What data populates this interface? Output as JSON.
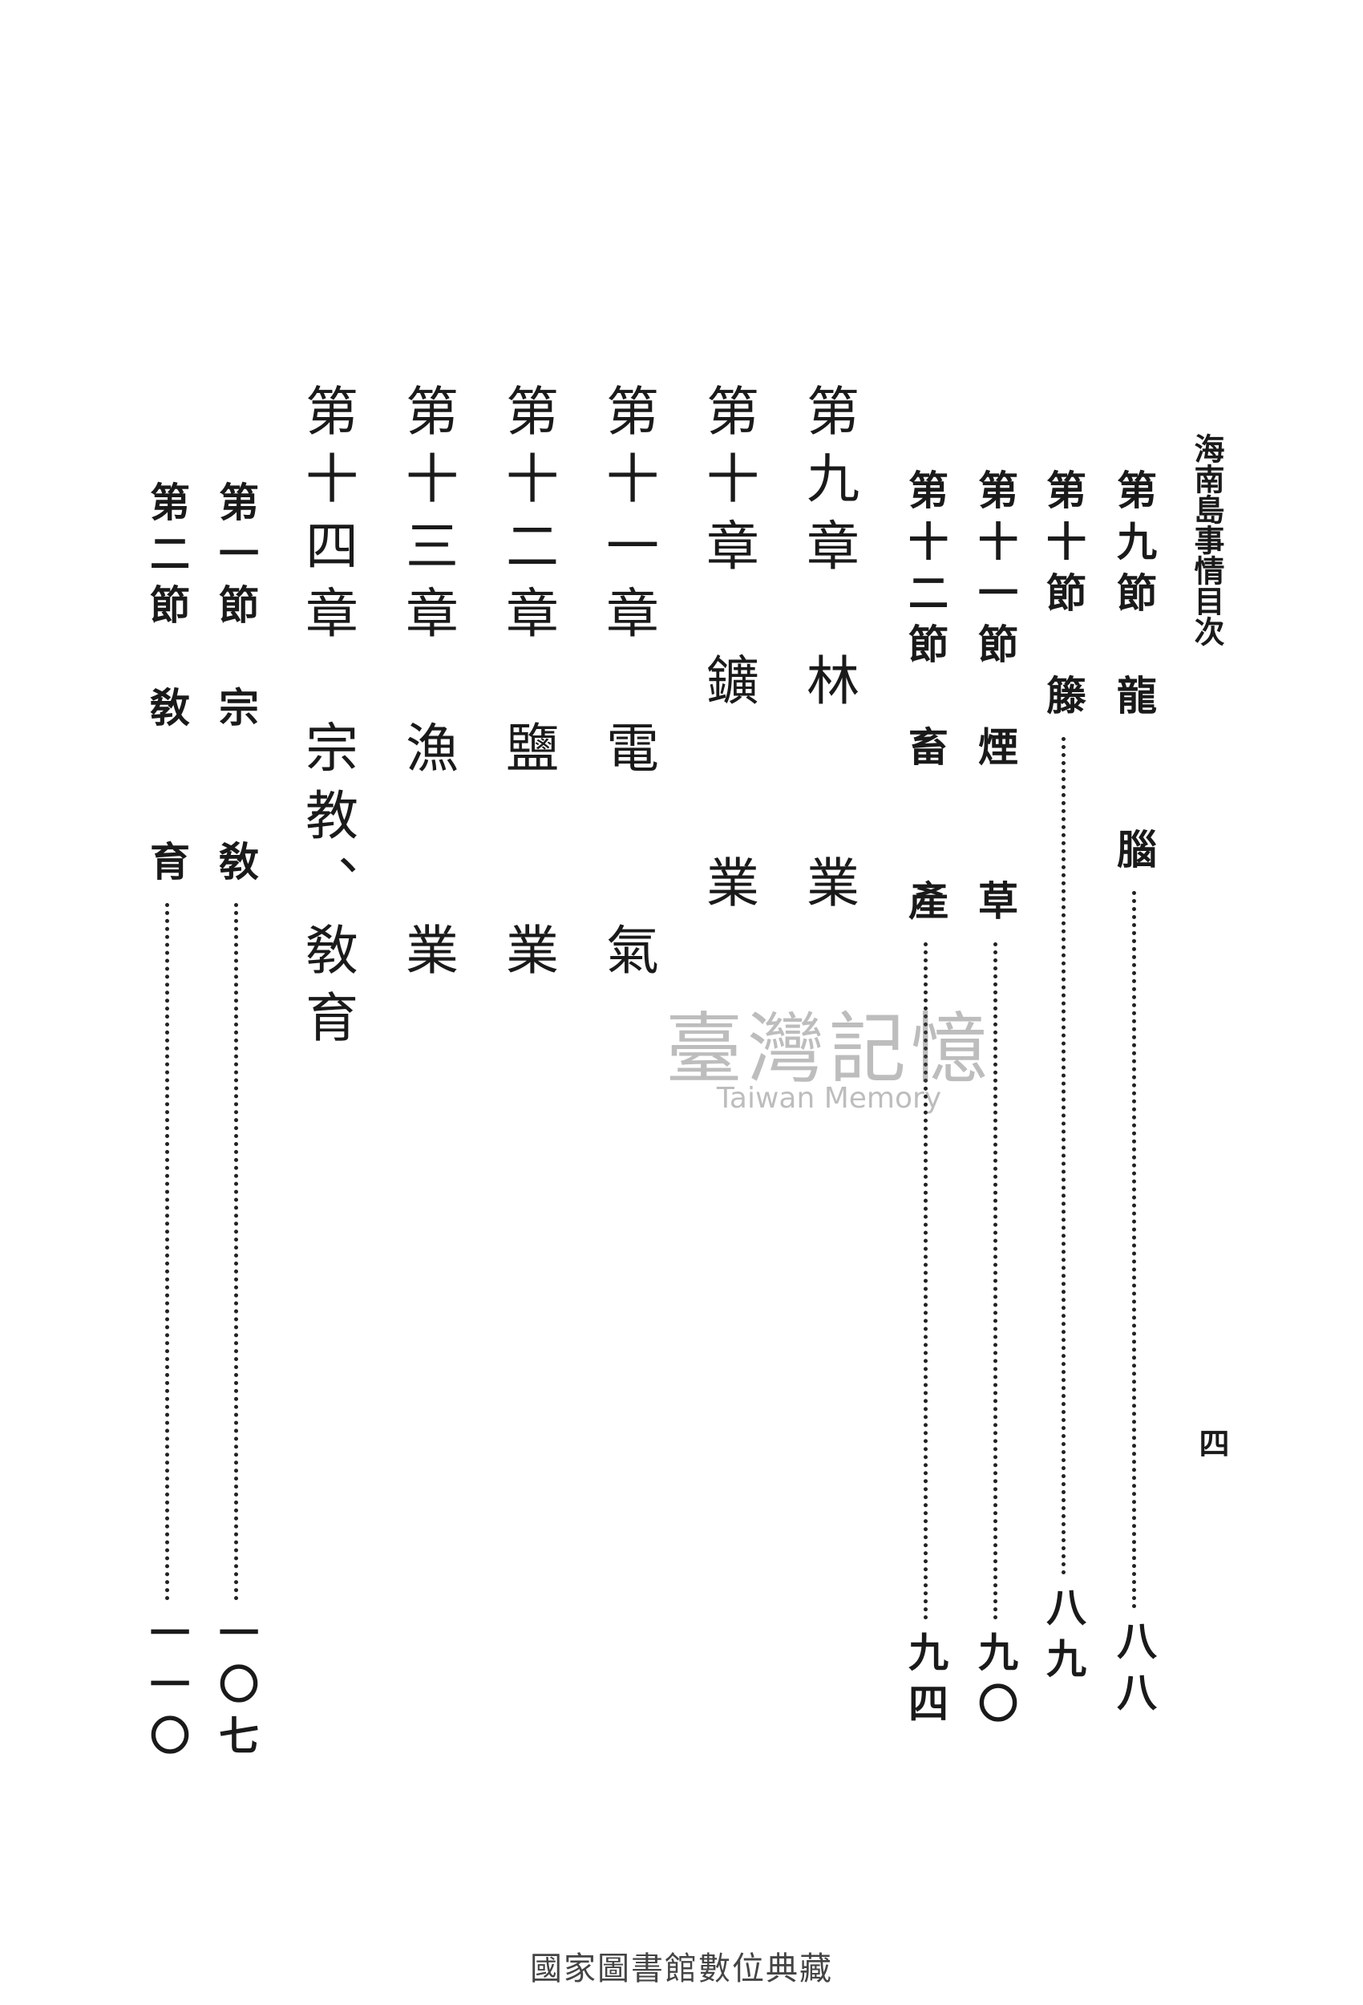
{
  "running_header": "海南島事情目次",
  "folio": "四",
  "sections_top": [
    {
      "label": "第九節　龍　　腦",
      "page": "八八"
    },
    {
      "label": "第十節　籐",
      "page": "八九"
    },
    {
      "label": "第十一節　煙　　草",
      "page": "九〇"
    },
    {
      "label": "第十二節　畜　　產",
      "page": "九四"
    }
  ],
  "chapters": [
    {
      "label": "第九章　林　　業"
    },
    {
      "label": "第十章　鑛　　業"
    },
    {
      "label": "第十一章　電　　氣"
    },
    {
      "label": "第十二章　鹽　　業"
    },
    {
      "label": "第十三章　漁　　業"
    },
    {
      "label": "第十四章　宗教、敎育"
    }
  ],
  "sections_bottom": [
    {
      "label": "第一節　宗　　敎",
      "page": "一〇七"
    },
    {
      "label": "第二節　敎　　育",
      "page": "一一〇"
    }
  ],
  "watermark": {
    "chinese": "臺灣記憶",
    "english": "Taiwan Memory"
  },
  "footer": "國家圖書館數位典藏"
}
